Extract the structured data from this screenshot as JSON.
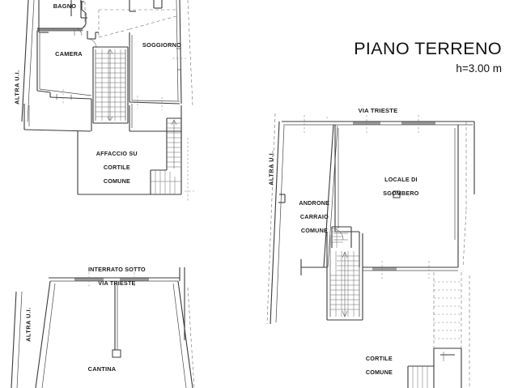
{
  "document": {
    "kind": "architectural-floor-plan",
    "background_color": "#ffffff",
    "line_color": "#3a3a3a",
    "text_color": "#1a1a1a"
  },
  "title_block": {
    "title": "PIANO TERRENO",
    "height_note": "h=3.00 m"
  },
  "plans": [
    {
      "id": "upper-left-apartment",
      "labels": {
        "bagno": "BAGNO",
        "camera": "CAMERA",
        "soggiorno": "SOGGIORNO",
        "affaccio_line1": "AFFACCIO SU",
        "affaccio_line2": "CORTILE",
        "affaccio_line3": "COMUNE",
        "altra_ui": "ALTRA U.I."
      }
    },
    {
      "id": "lower-left-basement",
      "labels": {
        "interrato_line1": "INTERRATO SOTTO",
        "interrato_line2": "VIA TRIESTE",
        "cantina": "CANTINA",
        "altra_ui": "ALTRA U.I."
      }
    },
    {
      "id": "right-ground-floor",
      "labels": {
        "via_trieste": "VIA TRIESTE",
        "altra_ui": "ALTRA U.I.",
        "androne_line1": "ANDRONE",
        "androne_line2": "CARRAIO",
        "androne_line3": "COMUNE",
        "locale_line1": "LOCALE DI",
        "locale_line2": "SGOMBERO",
        "cortile_line1": "CORTILE",
        "cortile_line2": "COMUNE"
      }
    }
  ]
}
